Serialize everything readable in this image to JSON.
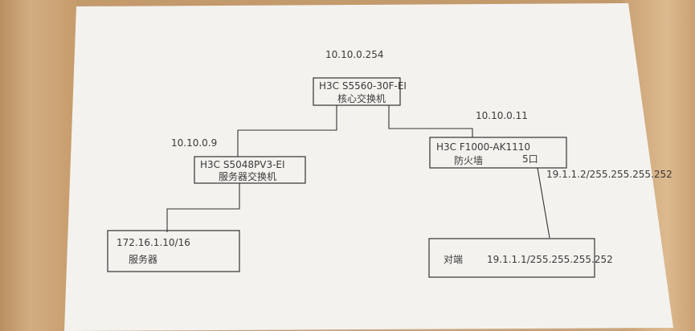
{
  "diagram": {
    "core_switch": {
      "ip": "10.10.0.254",
      "model": "H3C S5560-30F-EI",
      "name": "核心交换机"
    },
    "service_switch": {
      "ip": "10.10.0.9",
      "model": "H3C S5048PV3-EI",
      "name": "服务器交换机"
    },
    "firewall": {
      "ip": "10.10.0.11",
      "model": "H3C F1000-AK1110",
      "name": "防火墙",
      "port": "5口",
      "wan_ip": "19.1.1.2/255.255.255.252"
    },
    "server": {
      "ip": "172.16.1.10/16",
      "name": "服务器"
    },
    "peer": {
      "name": "对端",
      "ip": "19.1.1.1/255.255.255.252"
    }
  }
}
